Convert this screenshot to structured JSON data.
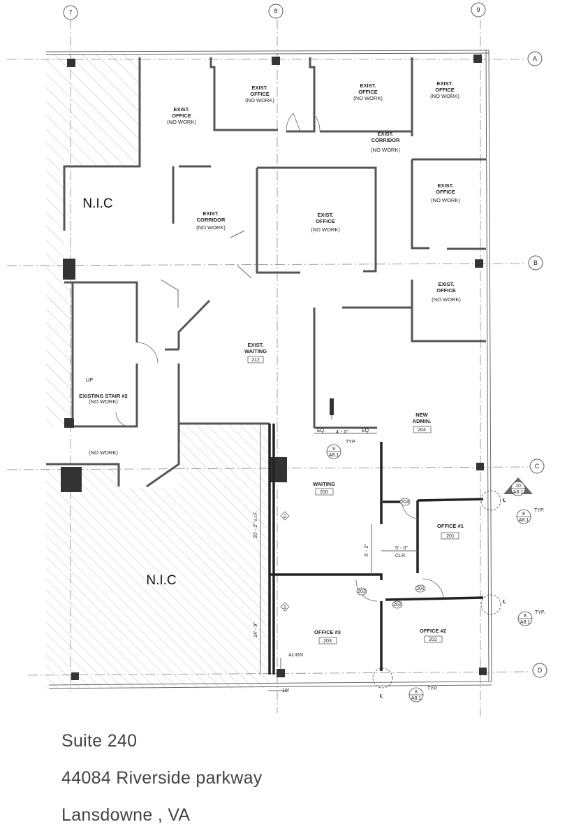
{
  "grid": {
    "columns": [
      "7",
      "8",
      "9"
    ],
    "rows": [
      "A",
      "B",
      "C",
      "D"
    ]
  },
  "rooms": {
    "exist_office_1": {
      "title": "EXIST.",
      "name": "OFFICE",
      "note": "(NO WORK)"
    },
    "exist_office_2": {
      "title": "EXIST.",
      "name": "OFFICE",
      "note": "(NO WORK)"
    },
    "exist_office_3": {
      "title": "EXIST.",
      "name": "OFFICE",
      "note": "(NO WORK)"
    },
    "exist_office_4": {
      "title": "EXIST.",
      "name": "OFFICE",
      "note": "(NO WORK)"
    },
    "exist_corridor_top": {
      "title": "EXIST.",
      "name": "CORRIDOR",
      "note": "(NO WORK)"
    },
    "exist_office_5": {
      "title": "EXIST.",
      "name": "OFFICE",
      "note": "(NO WORK)"
    },
    "exist_corridor_left": {
      "title": "EXIST.",
      "name": "CORRIDOR",
      "note": "(NO WORK)"
    },
    "exist_office_6": {
      "title": "EXIST.",
      "name": "OFFICE",
      "note": "(NO WORK)"
    },
    "exist_office_7": {
      "title": "EXIST.",
      "name": "OFFICE",
      "note": "(NO WORK)"
    },
    "exist_waiting": {
      "title": "EXIST.",
      "name": "WAITING",
      "number": "212"
    },
    "new_admin": {
      "title": "NEW",
      "name": "ADMIN.",
      "number": "204"
    },
    "waiting": {
      "name": "WAITING",
      "number": "200"
    },
    "office_1": {
      "name": "OFFICE #1",
      "number": "201"
    },
    "office_2": {
      "name": "OFFICE #2",
      "number": "202"
    },
    "office_3": {
      "name": "OFFICE #3",
      "number": "203"
    },
    "stair": {
      "up": "UP",
      "name": "EXISTING STAIR #2",
      "note": "(NO WORK)"
    },
    "lower_left": {
      "note": "(NO WORK)"
    }
  },
  "nic_labels": [
    "N.I.C",
    "N.I.C"
  ],
  "dimensions": {
    "eq1": "EQ.",
    "four_ft": "4' - 0\"",
    "eq2": "EQ",
    "typ": "TYP.",
    "vif_dim": "20' - 2\"  V.I.F.",
    "six_two": "6' - 2\"",
    "five_ft": "5' - 0\"",
    "clr": "CLR.",
    "fourteen_nine": "14' - 9\"",
    "align": "ALIGN",
    "ten_in": "10\""
  },
  "door_tags": [
    "204",
    "203",
    "201",
    "202"
  ],
  "detail_tags": [
    {
      "num": "9",
      "sheet": "A8.1"
    },
    {
      "num": "10",
      "sheet": "A8.1"
    },
    {
      "num": "8",
      "sheet": "A8.1"
    },
    {
      "num": "8",
      "sheet": "A8.1"
    },
    {
      "num": "8",
      "sheet": "A8.1"
    }
  ],
  "typ_labels": [
    "TYP.",
    "TYP.",
    "TYP."
  ],
  "keynotes": [
    "2",
    "2"
  ],
  "centerline_mark": "℄",
  "caption": {
    "line1": "Suite 240",
    "line2": "44084 Riverside parkway",
    "line3": "Lansdowne , VA"
  }
}
